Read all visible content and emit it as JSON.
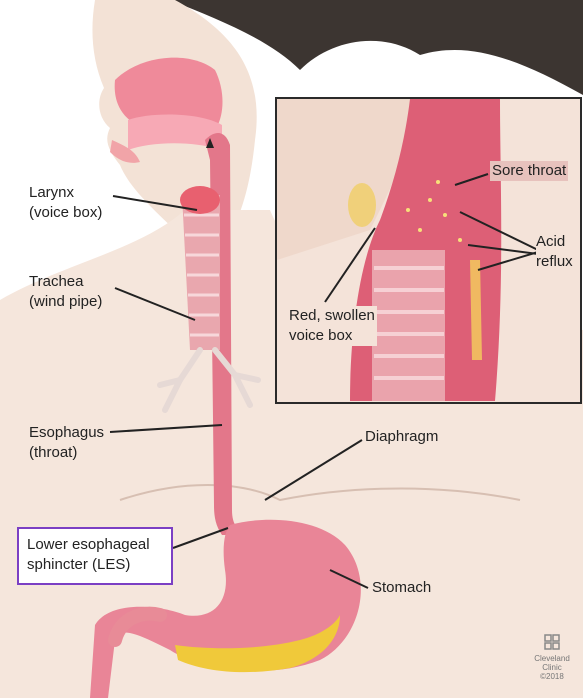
{
  "labels": {
    "larynx": [
      "Larynx",
      "(voice box)"
    ],
    "trachea": [
      "Trachea",
      "(wind pipe)"
    ],
    "esophagus": [
      "Esophagus",
      "(throat)"
    ],
    "les": [
      "Lower esophageal",
      "sphincter (LES)"
    ],
    "diaphragm": "Diaphragm",
    "stomach": "Stomach",
    "sore_throat": "Sore throat",
    "acid_reflux": [
      "Acid",
      "reflux"
    ],
    "red_swollen": [
      "Red, swollen",
      "voice box"
    ]
  },
  "logo": {
    "line1": "Cleveland",
    "line2": "Clinic",
    "line3": "©2018"
  },
  "colors": {
    "highlight_box": "#7b3fc4",
    "tissue": "#e8a0a8",
    "esophagus": "#e06b80",
    "acid": "#f0c93a",
    "skin": "#f1ddd0"
  }
}
